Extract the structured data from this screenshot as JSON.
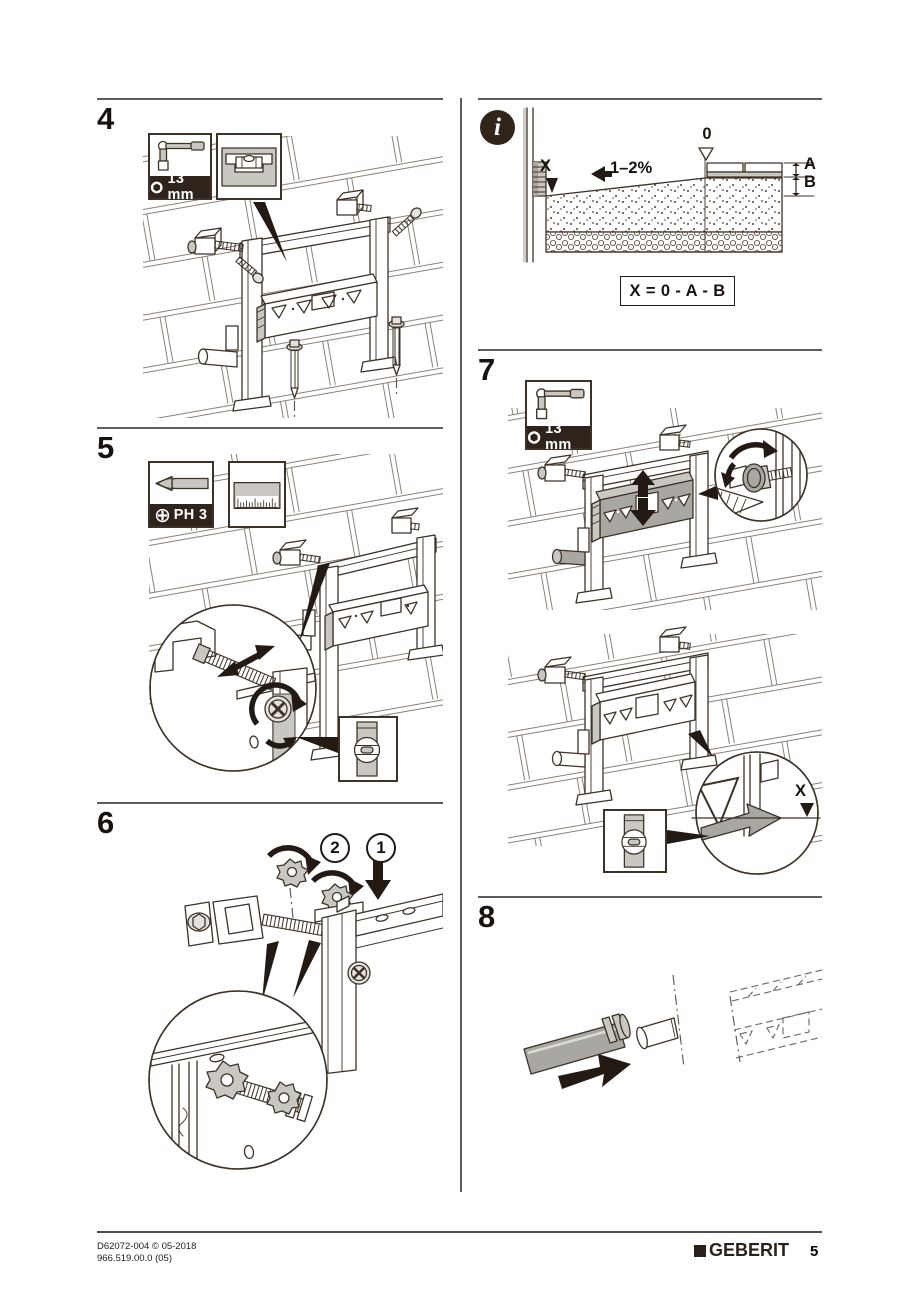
{
  "page": {
    "background": "#ffffff",
    "ink_color": "#3d3227",
    "band_color": "#2e241c",
    "gray_fill": "#a9a7a2"
  },
  "steps": {
    "step4": {
      "number": "4",
      "tool": "13 mm"
    },
    "step5": {
      "number": "5",
      "tool": "PH 3"
    },
    "step6": {
      "number": "6",
      "order_first": "1",
      "order_second": "2"
    },
    "step7": {
      "number": "7",
      "tool": "13 mm",
      "measure_label": "X"
    },
    "step8": {
      "number": "8"
    }
  },
  "info_panel": {
    "icon": "i",
    "zero_label": "0",
    "x_label": "X",
    "slope_label": "1–2%",
    "dim_a_label": "A",
    "dim_b_label": "B",
    "formula": "X = 0 - A - B"
  },
  "footer": {
    "doc_code": "D62072-004 © 05-2018",
    "article_code": "966.519.00.0 (05)",
    "brand": "GEBERIT",
    "page_number": "5"
  }
}
